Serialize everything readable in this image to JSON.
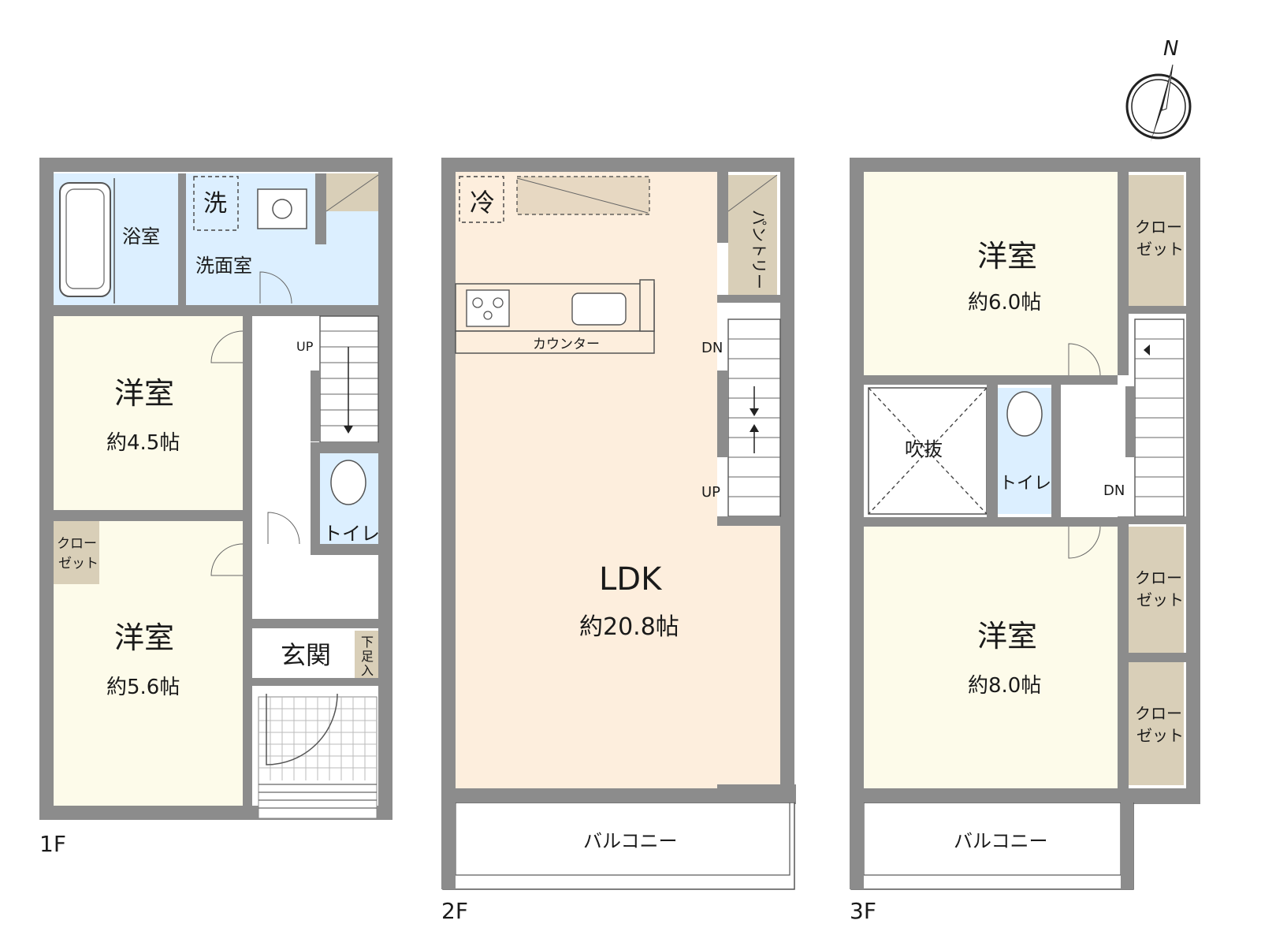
{
  "floors": {
    "f1": {
      "label": "1F",
      "bath": "浴室",
      "washroom": "洗面室",
      "washer": "洗",
      "room_a_name": "洋室",
      "room_a_size": "約4.5帖",
      "room_b_name": "洋室",
      "room_b_size": "約5.6帖",
      "closet": "クロー\nゼット",
      "toilet": "トイレ",
      "entrance": "玄関",
      "shoe_box": "下\n足\n入",
      "stair_up": "UP"
    },
    "f2": {
      "label": "2F",
      "fridge": "冷",
      "pantry": "パントリー",
      "counter": "カウンター",
      "ldk_name": "LDK",
      "ldk_size": "約20.8帖",
      "stair_dn": "DN",
      "stair_up": "UP",
      "balcony": "バルコニー"
    },
    "f3": {
      "label": "3F",
      "room_a_name": "洋室",
      "room_a_size": "約6.0帖",
      "room_b_name": "洋室",
      "room_b_size": "約8.0帖",
      "closet": "クロー\nゼット",
      "void": "吹抜",
      "toilet": "トイレ",
      "stair_dn": "DN",
      "balcony": "バルコニー"
    }
  },
  "compass": {
    "label": "N"
  },
  "colors": {
    "wall": "#8c8c8c",
    "bedroom": "#fdfbea",
    "wet_area": "#dcefff",
    "ldk": "#fdeedd",
    "closet": "#d9cfb8",
    "hall": "#ffffff"
  }
}
